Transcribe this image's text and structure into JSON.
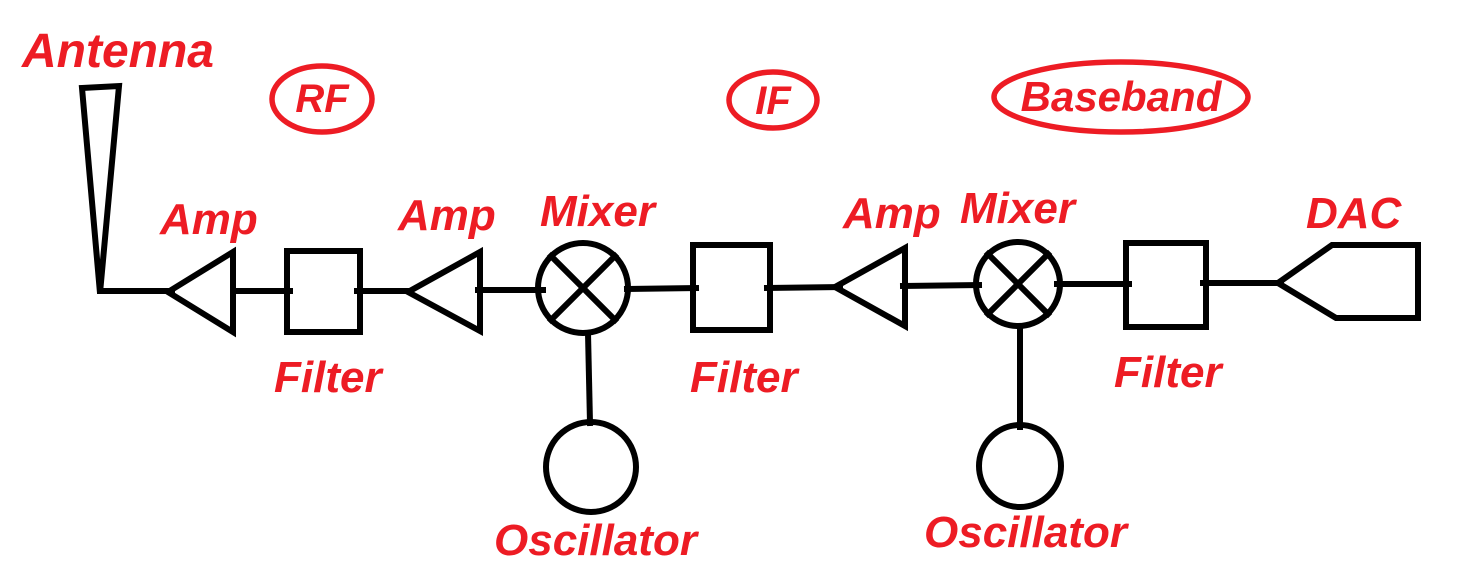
{
  "diagram": {
    "kind": "radio transmitter signal chain block diagram",
    "background_color": "#ffffff",
    "line_color": "#000000",
    "annotation_color": "#ed1c24",
    "stages": [
      "RF",
      "IF",
      "Baseband"
    ],
    "signal_chain_left_to_right": [
      "Antenna",
      "Amp",
      "Filter",
      "Amp",
      "Mixer",
      "Filter",
      "Amp",
      "Mixer",
      "Filter",
      "DAC"
    ],
    "mixer_lo_inputs": [
      "Oscillator",
      "Oscillator"
    ]
  },
  "labels": {
    "antenna": "Antenna",
    "rf_stage": "RF",
    "if_stage": "IF",
    "baseband_stage": "Baseband",
    "amp_rf_out": "Amp",
    "filter_rf": "Filter",
    "amp_rf_drv": "Amp",
    "mixer_rf": "Mixer",
    "oscillator_rf": "Oscillator",
    "filter_if": "Filter",
    "amp_if": "Amp",
    "mixer_if": "Mixer",
    "oscillator_if": "Oscillator",
    "filter_bb": "Filter",
    "dac": "DAC"
  }
}
